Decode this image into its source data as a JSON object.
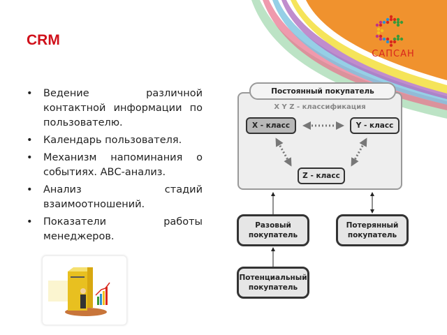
{
  "slide": {
    "title": "CRM",
    "bullets": [
      "Ведение различной контактной информации по пользователю.",
      "Календарь пользователя.",
      "Механизм напоминания о событиях. АВС-анализ.",
      "Анализ стадий взаимоотношений.",
      "Показатели работы менеджеров."
    ]
  },
  "logo": {
    "text": "САПСАН"
  },
  "diagram": {
    "header": "Постоянный покупатель",
    "classification": "X Y Z - классификация",
    "x_class": "X - класс",
    "y_class": "Y - класс",
    "z_class": "Z - класс",
    "one_time": "Разовый покупатель",
    "lost": "Потерянный покупатель",
    "potential": "Потенциальный покупатель"
  },
  "colors": {
    "title": "#d0101a",
    "accent": "#f0922e"
  }
}
